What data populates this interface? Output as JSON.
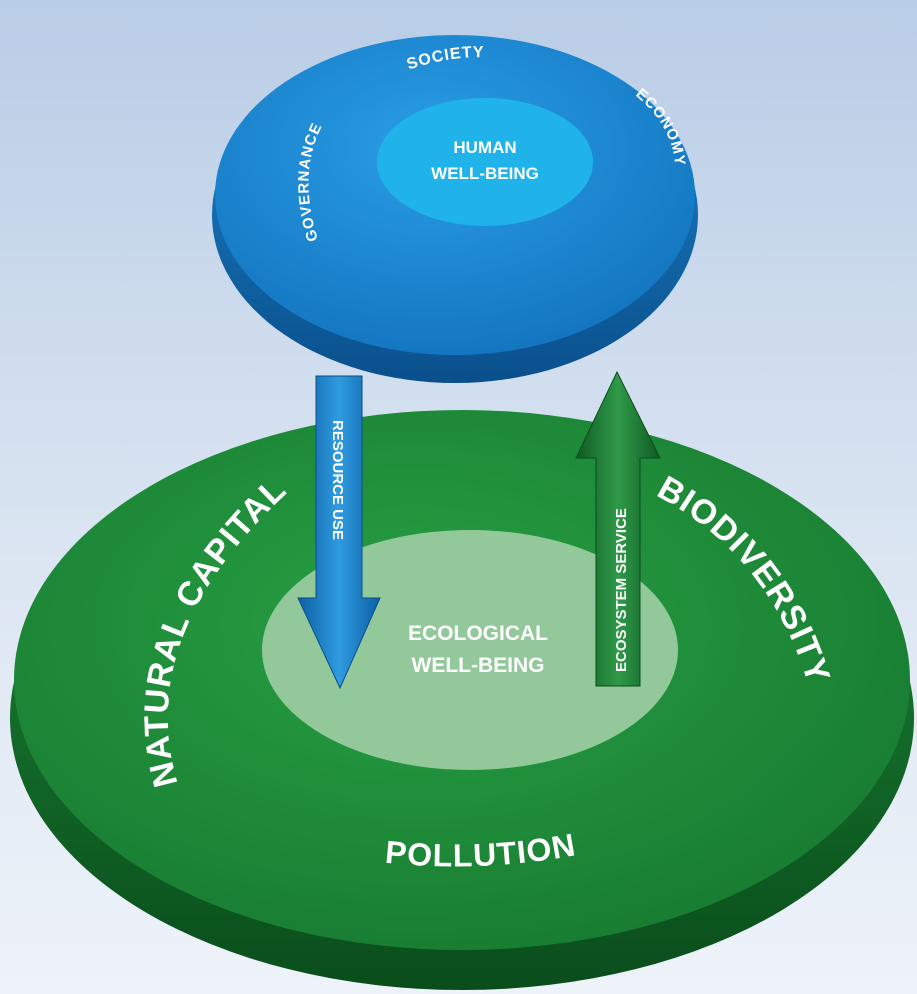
{
  "top_disc": {
    "center_label_line1": "HUMAN",
    "center_label_line2": "WELL-BEING",
    "ring_top": "SOCIETY",
    "ring_left": "GOVERNANCE",
    "ring_right": "ECONOMY",
    "colors": {
      "disc": "#1f8fd8",
      "disc_dark": "#0b5fa0",
      "center": "#1fb3ea"
    }
  },
  "bottom_disc": {
    "center_label_line1": "ECOLOGICAL",
    "center_label_line2": "WELL-BEING",
    "ring_left": "NATURAL CAPITAL",
    "ring_right": "BIODIVERSITY",
    "ring_bottom": "POLLUTION",
    "colors": {
      "disc": "#1e8f3a",
      "disc_dark": "#0d5d22",
      "center": "#93c99a"
    }
  },
  "arrows": {
    "down_label": "RESOURCE USE",
    "up_label": "ECOSYSTEM SERVICE",
    "colors": {
      "down": "#1f88d6",
      "up": "#1d7a33"
    }
  }
}
